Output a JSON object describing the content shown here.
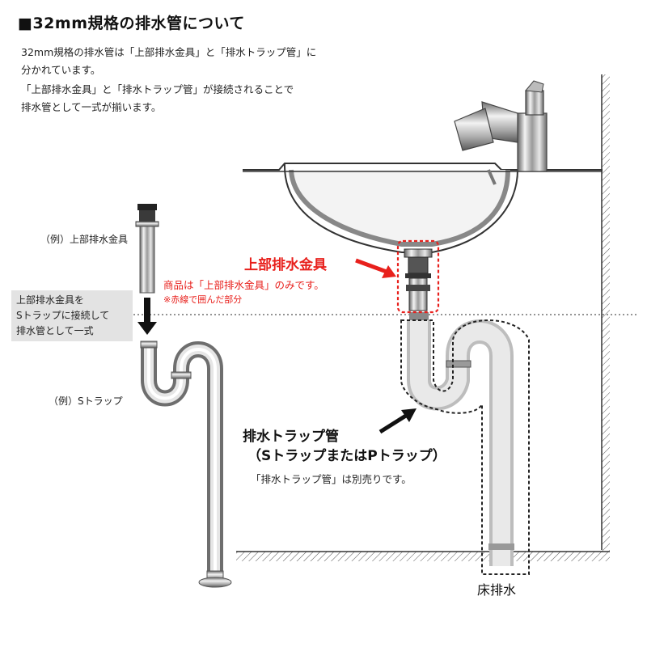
{
  "title": "■32mm規格の排水管について",
  "intro": [
    "32mm規格の排水管は「上部排水金具」と「排水トラップ管」に",
    "分かれています。",
    "「上部排水金具」と「排水トラップ管」が接続されることで",
    "排水管として一式が揃います。"
  ],
  "left": {
    "upper_example_label": "（例）上部排水金具",
    "note_lines": [
      "上部排水金具を",
      "Sトラップに接続して",
      "排水管として一式"
    ],
    "strap_example_label": "（例）Sトラップ"
  },
  "callouts": {
    "red_title": "上部排水金具",
    "red_sub": "商品は「上部排水金具」のみです。",
    "red_note": "※赤線で囲んだ部分",
    "trap_title": "排水トラップ管",
    "trap_sub": "（SトラップまたはPトラップ）",
    "trap_note": "「排水トラップ管」は別売りです。",
    "floor_drain": "床排水"
  },
  "colors": {
    "highlight_red": "#e8201c",
    "note_box": "#e3e3e3",
    "dark_line": "#222222"
  }
}
